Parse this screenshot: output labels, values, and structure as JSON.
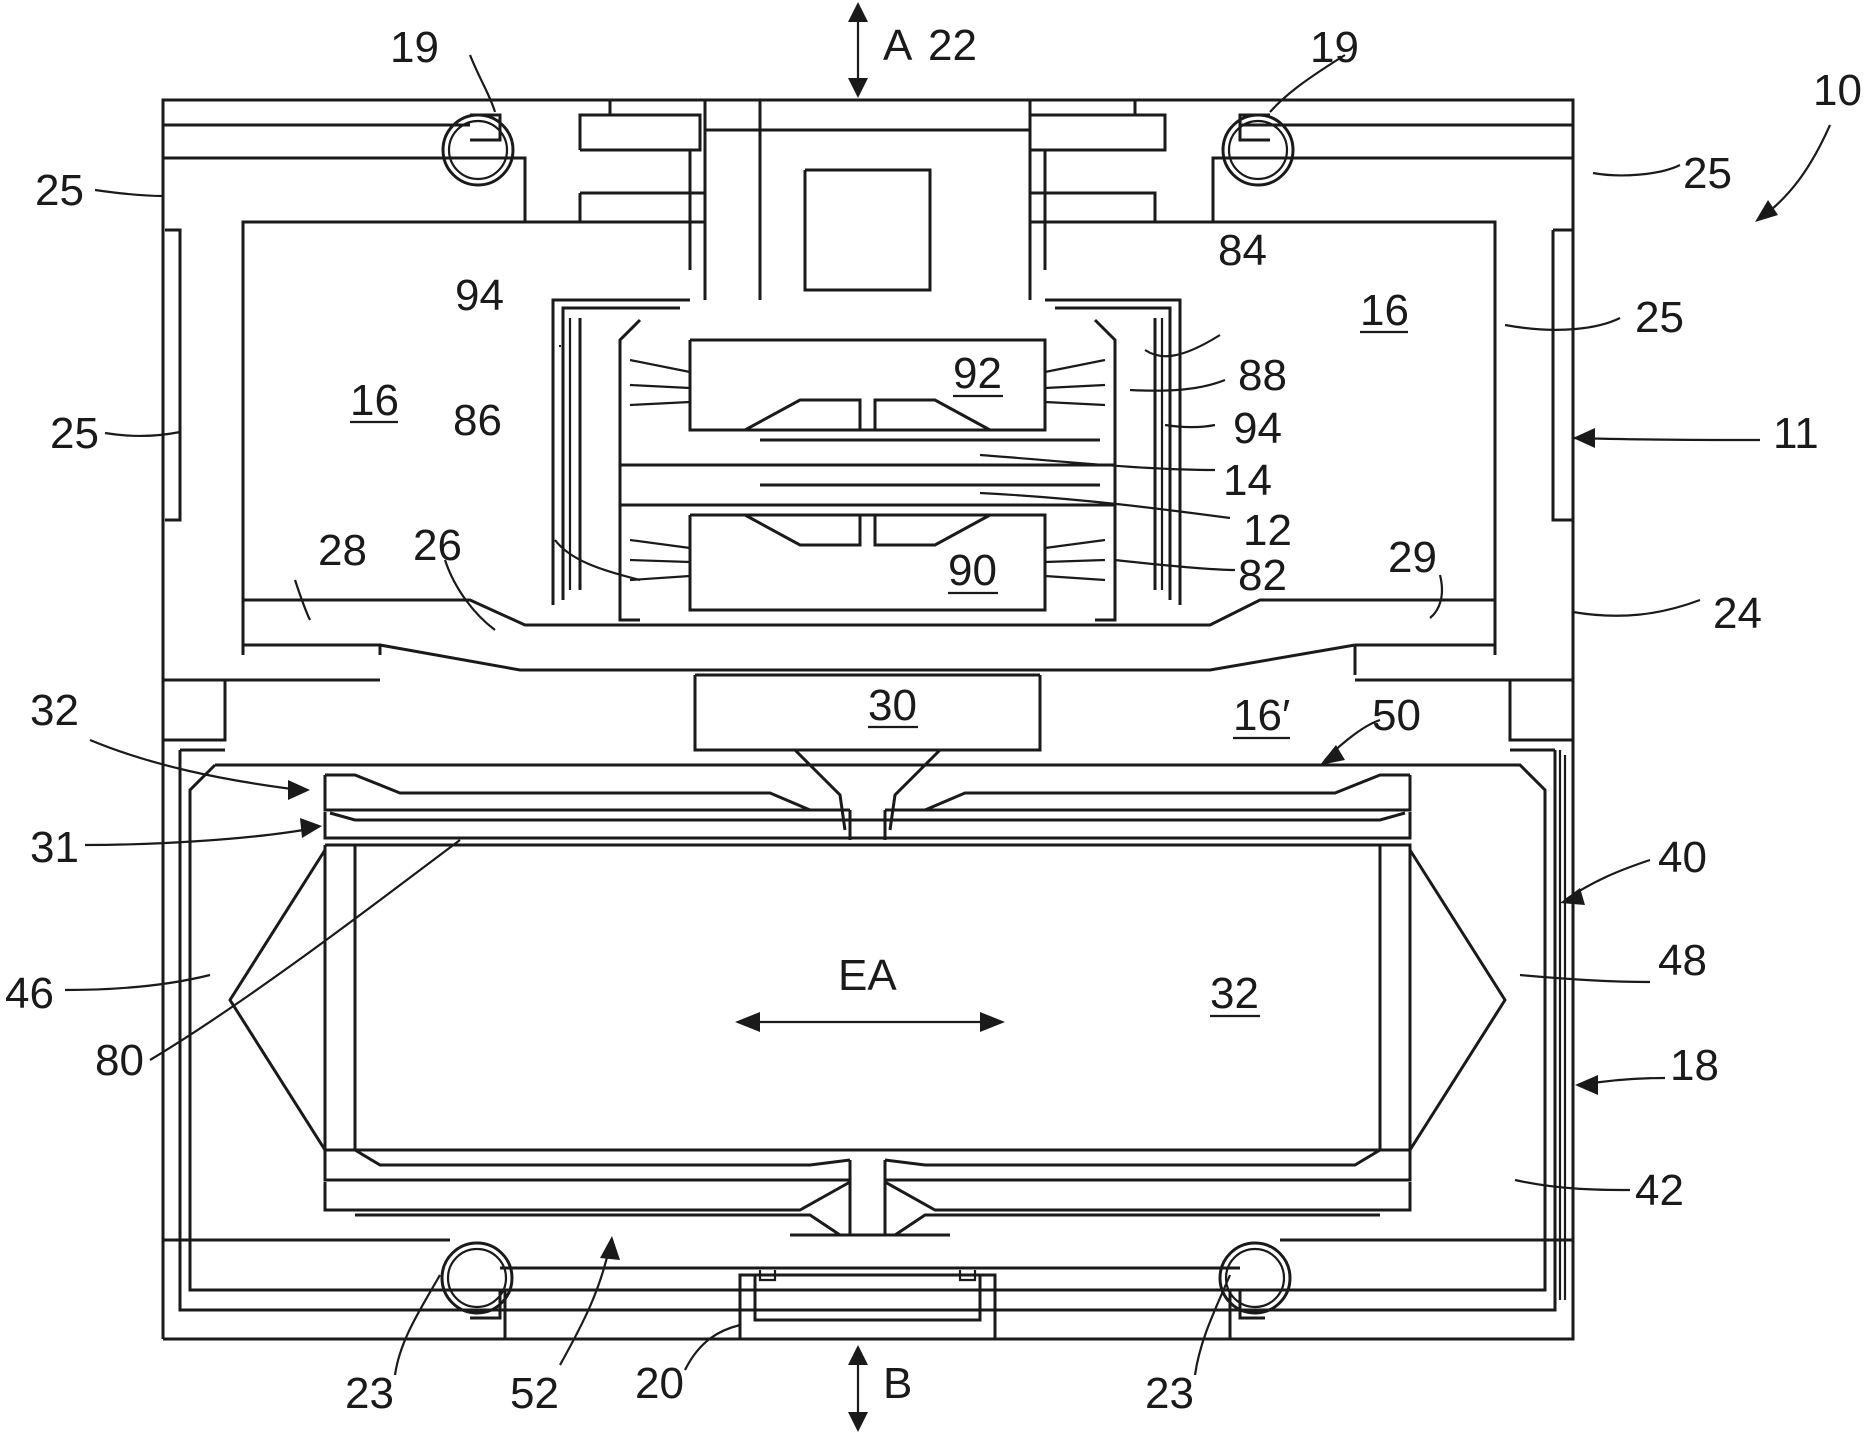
{
  "figure": {
    "reference_numerals": {
      "assembly": "10",
      "housing": "11",
      "magnet_lower": "12",
      "magnet_upper": "14",
      "chamber_left": "16",
      "chamber_right": "16",
      "chamber_lower": "16′",
      "ring_upper_left": "19",
      "ring_upper_right": "19",
      "ring_lower_left": "23",
      "ring_lower_right": "23",
      "cell_unit": "18",
      "port_bottom": "20",
      "port_top": "22",
      "wall_right": "24",
      "spacer_upper_left": "25",
      "spacer_upper_right": "25",
      "spacer_side_left": "25",
      "spacer_side_right": "25",
      "diaphragm": "26",
      "diaphragm_end_left": "28",
      "diaphragm_end_right": "29",
      "piston": "30",
      "film_lower": "31",
      "film_upper": "32",
      "core": "32",
      "frame": "40",
      "corner_bottom_right": "42",
      "side_left": "46",
      "side_right": "48",
      "plate_upper": "50",
      "plate_lower": "52",
      "seal": "80",
      "coil_lower": "82",
      "coil_upper": "84",
      "bobbin_left": "86",
      "bobbin_right": "88",
      "core_lower": "90",
      "core_upper": "92",
      "shield_left": "94",
      "shield_right": "94"
    },
    "direction_labels": {
      "top": "A",
      "bottom": "B",
      "expansion_axis": "EA"
    }
  }
}
